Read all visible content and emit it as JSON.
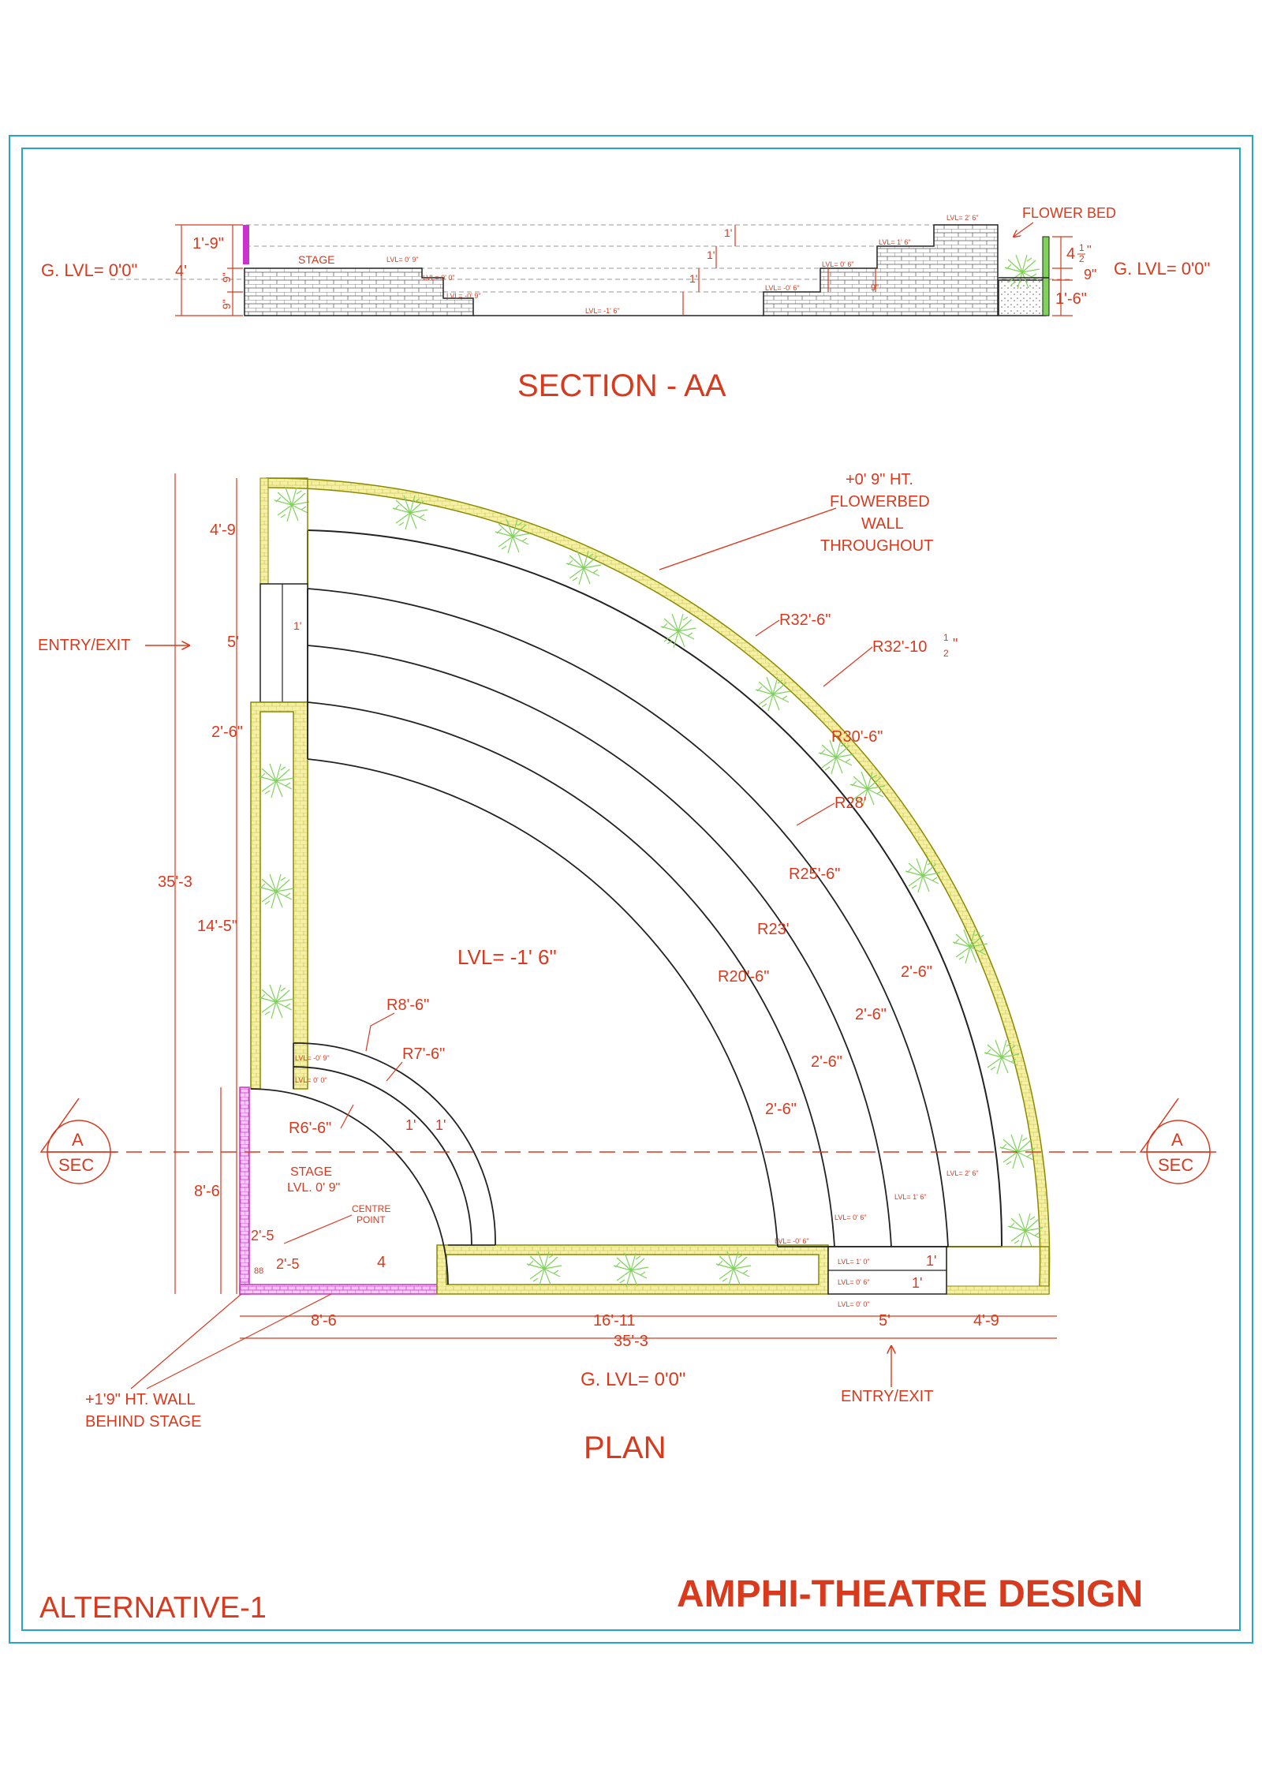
{
  "colors": {
    "frame": "#29a3c9",
    "text": "#d83a1e",
    "outline": "#1f1f1f",
    "flowerbed_fill": "#f4f1a6",
    "flowerbed_edge": "#a0a000",
    "stage_wall": "#cc33cc",
    "plant": "#7fd35a"
  },
  "section": {
    "title": "SECTION - AA",
    "ground_left": "G. LVL= 0'0\"",
    "ground_right": "G. LVL= 0'0\"",
    "stage": "STAGE",
    "flower_bed": "FLOWER BED",
    "dims": {
      "h1": "1'-9\"",
      "h2": "4'",
      "h3": "9\"",
      "h4": "9\"",
      "h5": "1'",
      "h6": "1'",
      "h7": "1'",
      "h8": "9\"",
      "h9": "4",
      "h9_frac_n": "1",
      "h9_frac_d": "2",
      "h9_unit": "\"",
      "h10": "9\"",
      "h11": "1'-6\""
    },
    "levels": {
      "l1": "LVL= 0' 9\"",
      "l2": "LVL= 0' 0\"",
      "l3": "LVL= -0' 9\"",
      "l4": "LVL= -1' 6\"",
      "l5": "LVL= -0' 6\"",
      "l6": "LVL= 0' 6\"",
      "l7": "LVL= 1' 6\"",
      "l8": "LVL= 2' 6\""
    }
  },
  "plan": {
    "title": "PLAN",
    "center_level": "LVL= -1' 6\"",
    "ground_level": "G. LVL= 0'0\"",
    "entry_left": "ENTRY/EXIT",
    "entry_bottom": "ENTRY/EXIT",
    "flowerbed_note": [
      "+0' 9\" HT.",
      "FLOWERBED",
      "WALL",
      "THROUGHOUT"
    ],
    "wall_note": [
      "+1'9\" HT. WALL",
      "BEHIND STAGE"
    ],
    "stage": [
      "STAGE",
      "LVL. 0' 9\""
    ],
    "centre_point": [
      "CENTRE",
      "POINT"
    ],
    "radii": {
      "r1": "R32'-6\"",
      "r2": "R32'-10",
      "r3": "R30'-6\"",
      "r4": "R28'",
      "r5": "R25'-6\"",
      "r6": "R23'",
      "r7": "R20'-6\"",
      "r8": "R8'-6\"",
      "r9": "R7'-6\"",
      "r10": "R6'-6\""
    },
    "step_dims": {
      "s1": "2'-6\"",
      "s2": "2'-6\"",
      "s3": "2'-6\"",
      "s4": "2'-6\"",
      "s5": "1'",
      "s6": "1'",
      "s7": "1'",
      "s8": "1'",
      "s9": "1'"
    },
    "levels": {
      "a": "LVL= -0' 9\"",
      "b": "LVL= 0' 0\"",
      "c": "LVL= 2' 6\"",
      "d": "LVL= 1' 6\"",
      "e": "LVL= 0' 6\"",
      "f": "LVL= -0' 6\"",
      "g": "LVL= 1' 0\"",
      "h": "LVL= 0' 6\"",
      "i": "LVL= 0' 0\""
    },
    "left_dims": {
      "d1": "4'-9",
      "d2": "5'",
      "d3": "2'-6\"",
      "d4": "35'-3",
      "d5": "14'-5\"",
      "d6": "8'-6",
      "d7": "1'"
    },
    "inner_dims": {
      "i1": "2'-5",
      "i2": "2'-5",
      "i3": "88",
      "i4": "4"
    },
    "bottom_dims": {
      "b1": "8'-6",
      "b2": "16'-11",
      "b3": "5'",
      "b4": "4'-9",
      "b5": "35'-3"
    },
    "frac_half": "1",
    "frac_den": "2",
    "inch": "\"",
    "section_mark": {
      "letter": "A",
      "label": "SEC"
    }
  },
  "footer": {
    "alternative": "ALTERNATIVE-1",
    "project": "AMPHI-THEATRE DESIGN"
  }
}
